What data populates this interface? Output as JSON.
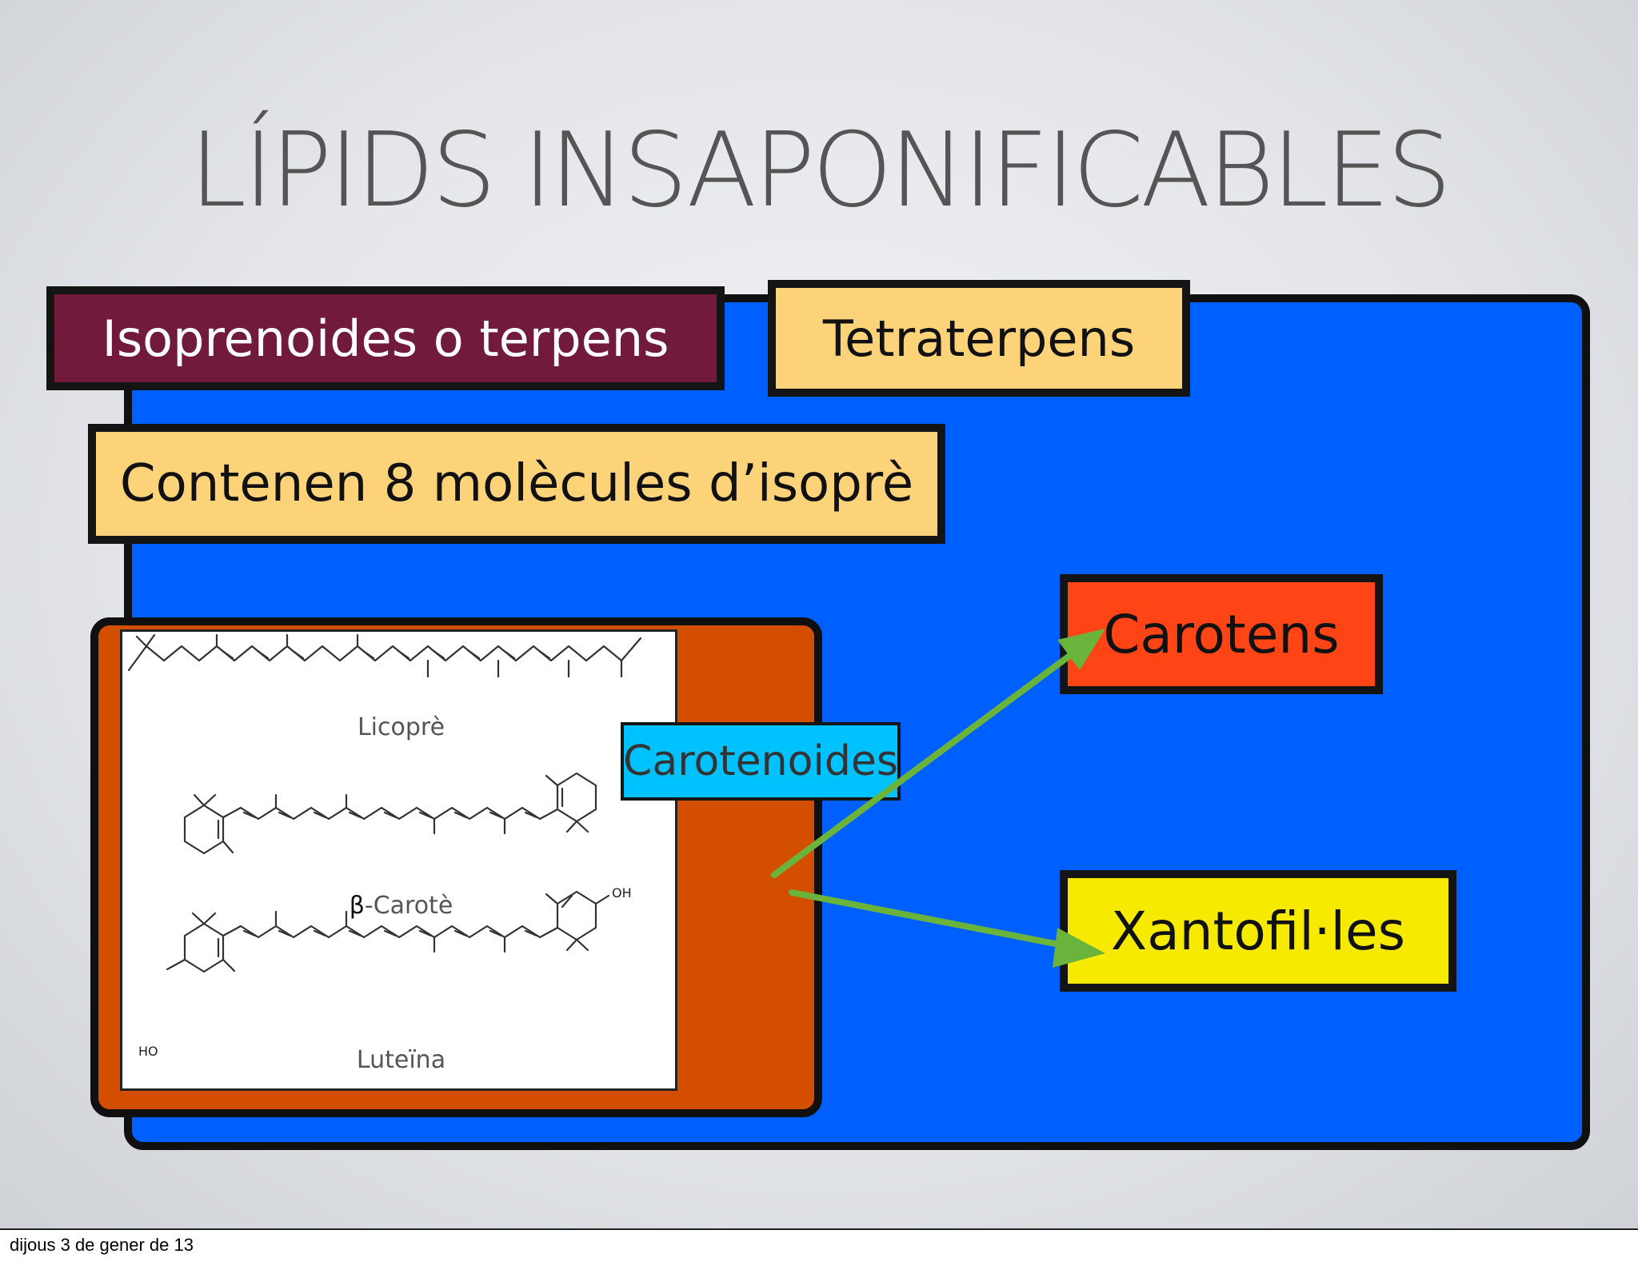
{
  "slide": {
    "title": "LÍPIDS INSAPONIFICABLES",
    "colors": {
      "background": "#e4e6ea",
      "title_text": "#555555",
      "blue_panel": "#0060ff",
      "orange_panel": "#d44e00",
      "maroon_box": "#721a3c",
      "pale_yellow_box": "#fdd37a",
      "red_orange_box": "#ff4516",
      "yellow_box": "#f5ea00",
      "cyan_box": "#00c2ff",
      "arrow_green": "#6ab43c"
    }
  },
  "boxes": {
    "isoprenoids": "Isoprenoides o terpens",
    "tetraterpens": "Tetraterpens",
    "contain": "Contenen 8 molècules d’isoprè",
    "carotenoids": "Carotenoides",
    "carotens": "Carotens",
    "xanthophylls": "Xantofil·les"
  },
  "structures": {
    "lycopene": "Licoprè",
    "beta_carotene_symbol": "β",
    "beta_carotene": "-Carotè",
    "lutein": "Luteïna",
    "oh": "OH",
    "ho": "HO"
  },
  "footer": {
    "date": "dijous 3 de gener de 13"
  }
}
